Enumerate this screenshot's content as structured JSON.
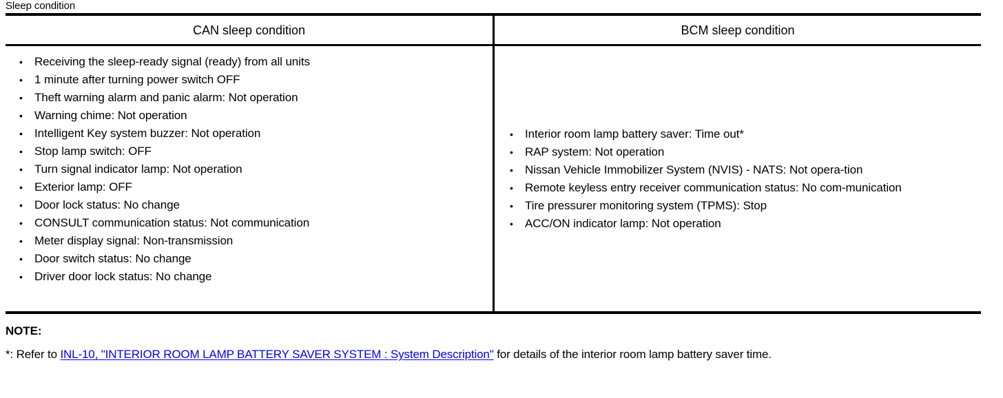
{
  "caption": "Sleep condition",
  "table": {
    "headers": {
      "left": "CAN sleep condition",
      "right": "BCM sleep condition"
    },
    "can_sleep_conditions": [
      "Receiving the sleep-ready signal (ready) from all units",
      "1 minute after turning power switch OFF",
      "Theft warning alarm and panic alarm: Not operation",
      "Warning chime: Not operation",
      "Intelligent Key system buzzer: Not operation",
      "Stop lamp switch: OFF",
      "Turn signal indicator lamp: Not operation",
      "Exterior lamp: OFF",
      "Door lock status: No change",
      "CONSULT communication status: Not communication",
      "Meter display signal: Non-transmission",
      "Door switch status: No change",
      "Driver door lock status: No change"
    ],
    "bcm_sleep_conditions": [
      "Interior room lamp battery saver: Time out*",
      "RAP system: Not operation",
      "Nissan Vehicle Immobilizer System (NVIS) - NATS: Not opera-tion",
      "Remote keyless entry receiver communication status: No com-munication",
      "Tire pressurer monitoring system (TPMS): Stop",
      "ACC/ON indicator lamp: Not operation"
    ]
  },
  "note": {
    "title": "NOTE:",
    "prefix": "*: Refer to ",
    "link": "INL-10, \"INTERIOR ROOM LAMP BATTERY SAVER SYSTEM : System Description\"",
    "suffix": " for details of the interior room lamp battery saver time."
  }
}
